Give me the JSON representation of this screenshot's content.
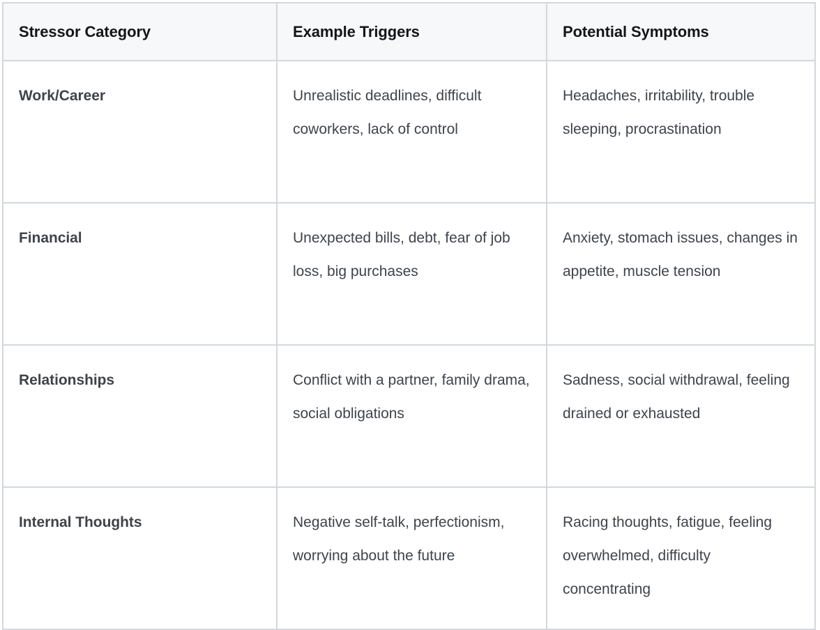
{
  "table": {
    "name": "stressor-reference-table",
    "columns": [
      {
        "key": "category",
        "label": "Stressor Category"
      },
      {
        "key": "triggers",
        "label": "Example Triggers"
      },
      {
        "key": "symptoms",
        "label": "Potential Symptoms"
      }
    ],
    "rows": [
      {
        "category": "Work/Career",
        "triggers": "Unrealistic deadlines, difficult coworkers, lack of control",
        "symptoms": "Headaches, irritability, trouble sleeping, procrastination"
      },
      {
        "category": "Financial",
        "triggers": "Unexpected bills, debt, fear of job loss, big purchases",
        "symptoms": "Anxiety, stomach issues, changes in appetite, muscle tension"
      },
      {
        "category": "Relationships",
        "triggers": "Conflict with a partner, family drama, social obligations",
        "symptoms": "Sadness, social withdrawal, feeling drained or exhausted"
      },
      {
        "category": "Internal Thoughts",
        "triggers": "Negative self-talk, perfectionism, worrying about the future",
        "symptoms": "Racing thoughts, fatigue, feeling overwhelmed, difficulty concentrating"
      }
    ]
  },
  "colors": {
    "page_background": "#ffffff",
    "header_background": "#f7f8f9",
    "border": "#d3d8dd",
    "heading_text": "#131619",
    "body_text": "#3f4349"
  }
}
